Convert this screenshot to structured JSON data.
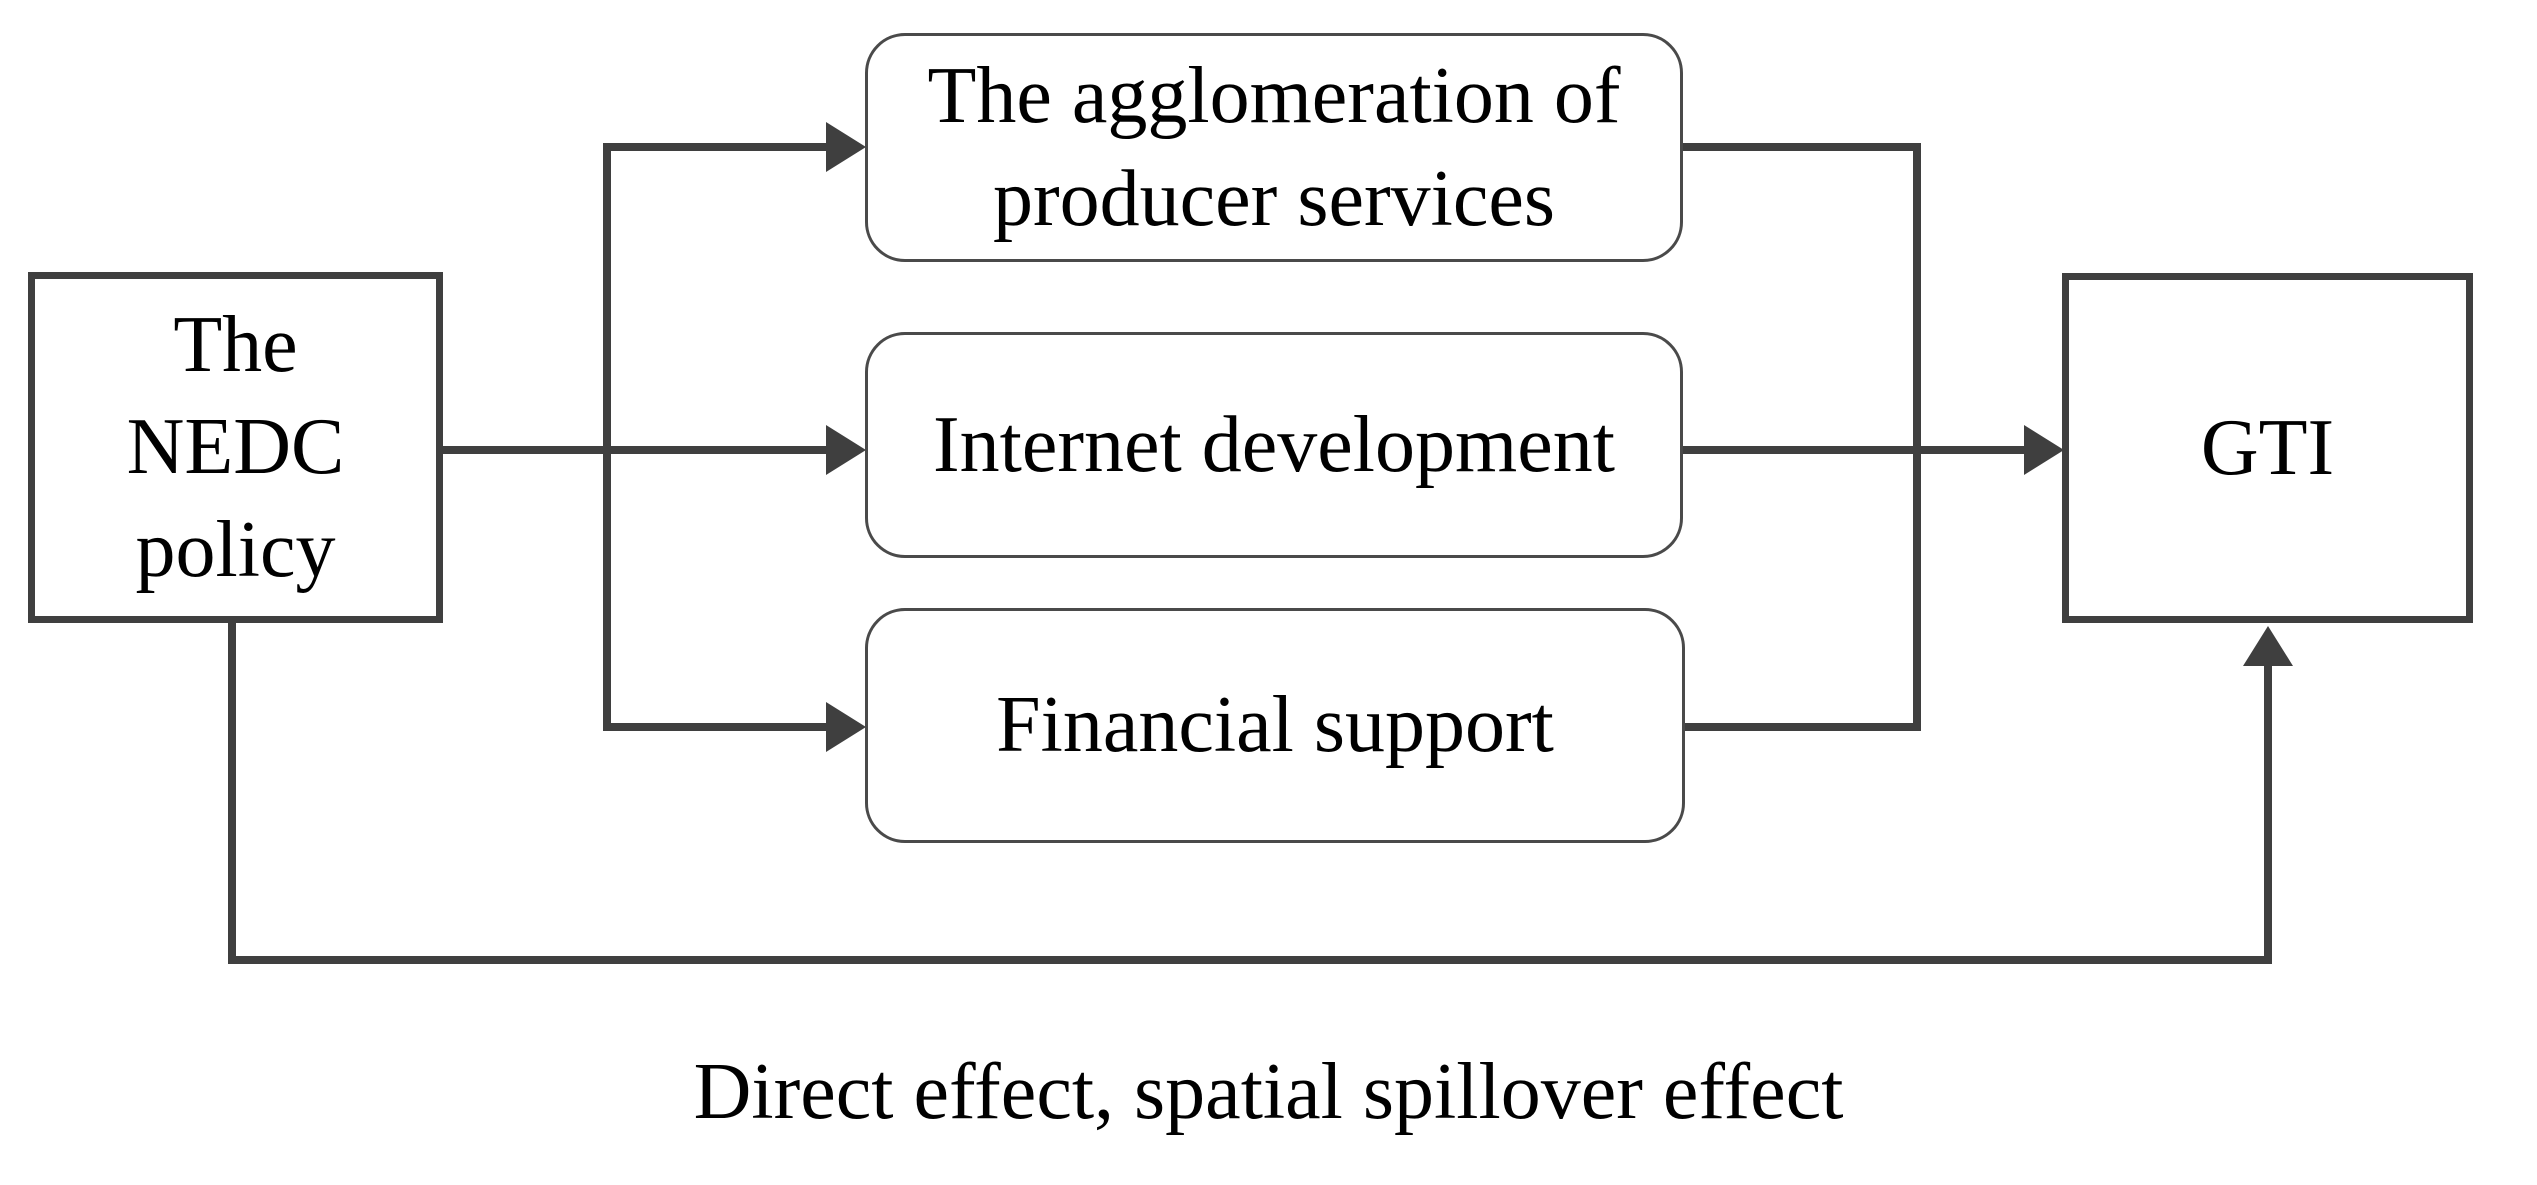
{
  "figure": {
    "type": "flow-diagram",
    "background_color": "#ffffff",
    "line_color": "#3f3f3f",
    "rounded_border_color": "#4a4a4a",
    "text_color": "#000000"
  },
  "nodes": {
    "source": {
      "label": "The NEDC policy",
      "shape": "rectangle"
    },
    "mediator_top": {
      "label": "The agglomeration of producer services",
      "shape": "rounded-rectangle"
    },
    "mediator_middle": {
      "label": "Internet development",
      "shape": "rounded-rectangle"
    },
    "mediator_bottom": {
      "label": "Financial support",
      "shape": "rounded-rectangle"
    },
    "outcome": {
      "label": "GTI",
      "shape": "rectangle"
    }
  },
  "edges": [
    {
      "from": "The NEDC policy",
      "to": "The agglomeration of producer services"
    },
    {
      "from": "The NEDC policy",
      "to": "Internet development"
    },
    {
      "from": "The NEDC policy",
      "to": "Financial support"
    },
    {
      "from": "The agglomeration of producer services",
      "to": "GTI"
    },
    {
      "from": "Internet development",
      "to": "GTI"
    },
    {
      "from": "Financial support",
      "to": "GTI"
    },
    {
      "from": "The NEDC policy",
      "to": "GTI"
    }
  ],
  "caption": {
    "text": "Direct effect, spatial spillover effect"
  }
}
